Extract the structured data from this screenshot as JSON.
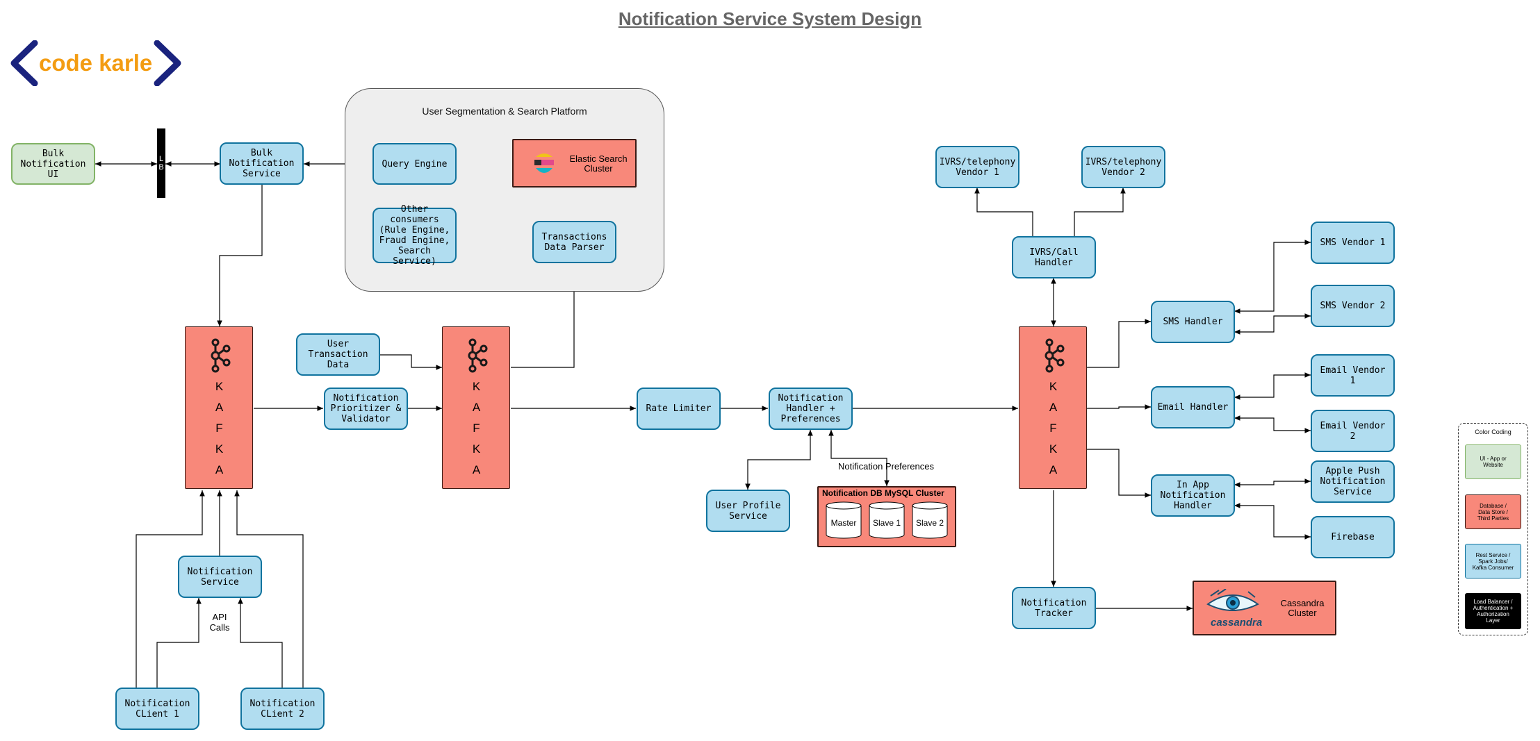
{
  "title": "Notification Service System Design",
  "logo": {
    "text": "code karle",
    "icon": "chevron-brackets-icon",
    "text_color": "#f39c12",
    "bracket_color": "#1a237e"
  },
  "colors": {
    "service": "#b1ddf0",
    "service_border": "#10739e",
    "ui": "#d5e8d4",
    "ui_border": "#82b366",
    "database": "#f8887a",
    "lb": "#000000",
    "platform": "#eeeeee"
  },
  "nodes": {
    "bulk_ui": "Bulk\nNotification UI",
    "lb": [
      "L",
      "B"
    ],
    "bulk_service": "Bulk\nNotification\nService",
    "platform_label": "User Segmentation & Search Platform",
    "query_engine": "Query Engine",
    "elastic": "Elastic Search\nCluster",
    "other_consumers": "Other consumers\n(Rule Engine,\nFraud Engine,\nSearch Service)",
    "transactions_parser": "Transactions\nData Parser",
    "user_transaction_data": "User Transaction\nData",
    "prioritizer": "Notification\nPrioritizer &\nValidator",
    "rate_limiter": "Rate Limiter",
    "handler_prefs": "Notification\nHandler +\nPreferences",
    "user_profile": "User Profile\nService",
    "notification_prefs_label": "Notification Preferences",
    "mysql_title": "Notification DB MySQL Cluster",
    "mysql_nodes": [
      "Master",
      "Slave 1",
      "Slave 2"
    ],
    "notification_service": "Notification\nService",
    "api_calls": "API\nCalls",
    "client1": "Notification\nCLient 1",
    "client2": "Notification\nCLient 2",
    "ivrs_v1": "IVRS/telephony\nVendor 1",
    "ivrs_v2": "IVRS/telephony\nVendor 2",
    "ivrs_handler": "IVRS/Call\nHandler",
    "sms_handler": "SMS Handler",
    "email_handler": "Email Handler",
    "inapp_handler": "In App\nNotification\nHandler",
    "sms_v1": "SMS Vendor 1",
    "sms_v2": "SMS Vendor 2",
    "email_v1": "Email Vendor 1",
    "email_v2": "Email Vendor 2",
    "apple_push": "Apple Push\nNotification\nService",
    "firebase": "Firebase",
    "tracker": "Notification\nTracker",
    "cassandra": "Cassandra\nCluster",
    "cassandra_logo": "cassandra",
    "kafka_letters": [
      "K",
      "A",
      "F",
      "K",
      "A"
    ]
  },
  "legend": {
    "title": "Color Coding",
    "items": [
      {
        "label": "UI - App or\nWebsite",
        "color": "#d5e8d4"
      },
      {
        "label": "Database /\nData Store /\nThird Parties",
        "color": "#f8887a"
      },
      {
        "label": "Rest Service /\nSpark Jobs/\nKafka Consumer",
        "color": "#b1ddf0"
      },
      {
        "label": "Load Balancer /\nAuthentication +\nAuthorization\nLayer",
        "color": "#000000"
      }
    ]
  }
}
